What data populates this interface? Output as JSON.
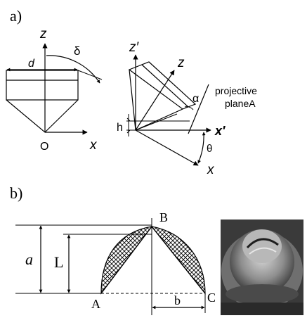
{
  "panel_a": {
    "label": "a)",
    "left": {
      "axis_z": "z",
      "axis_x": "x",
      "origin": "O",
      "diameter": "d",
      "angle": "δ"
    },
    "right": {
      "axis_z_prime": "z′",
      "axis_z": "z",
      "axis_x_prime": "x′",
      "axis_x": "x",
      "angle_alpha": "α",
      "angle_theta": "θ",
      "height": "h",
      "plane_label_line1": "projective",
      "plane_label_line2": "planeA"
    }
  },
  "panel_b": {
    "label": "b)",
    "dim_a": "a",
    "dim_L": "L",
    "dim_b": "b",
    "point_A": "A",
    "point_B": "B",
    "point_C": "C"
  },
  "colors": {
    "ink": "#000000",
    "photo_dark": "#2f2f2f",
    "photo_mid": "#8e8e8e",
    "photo_light": "#d4d4d4"
  }
}
